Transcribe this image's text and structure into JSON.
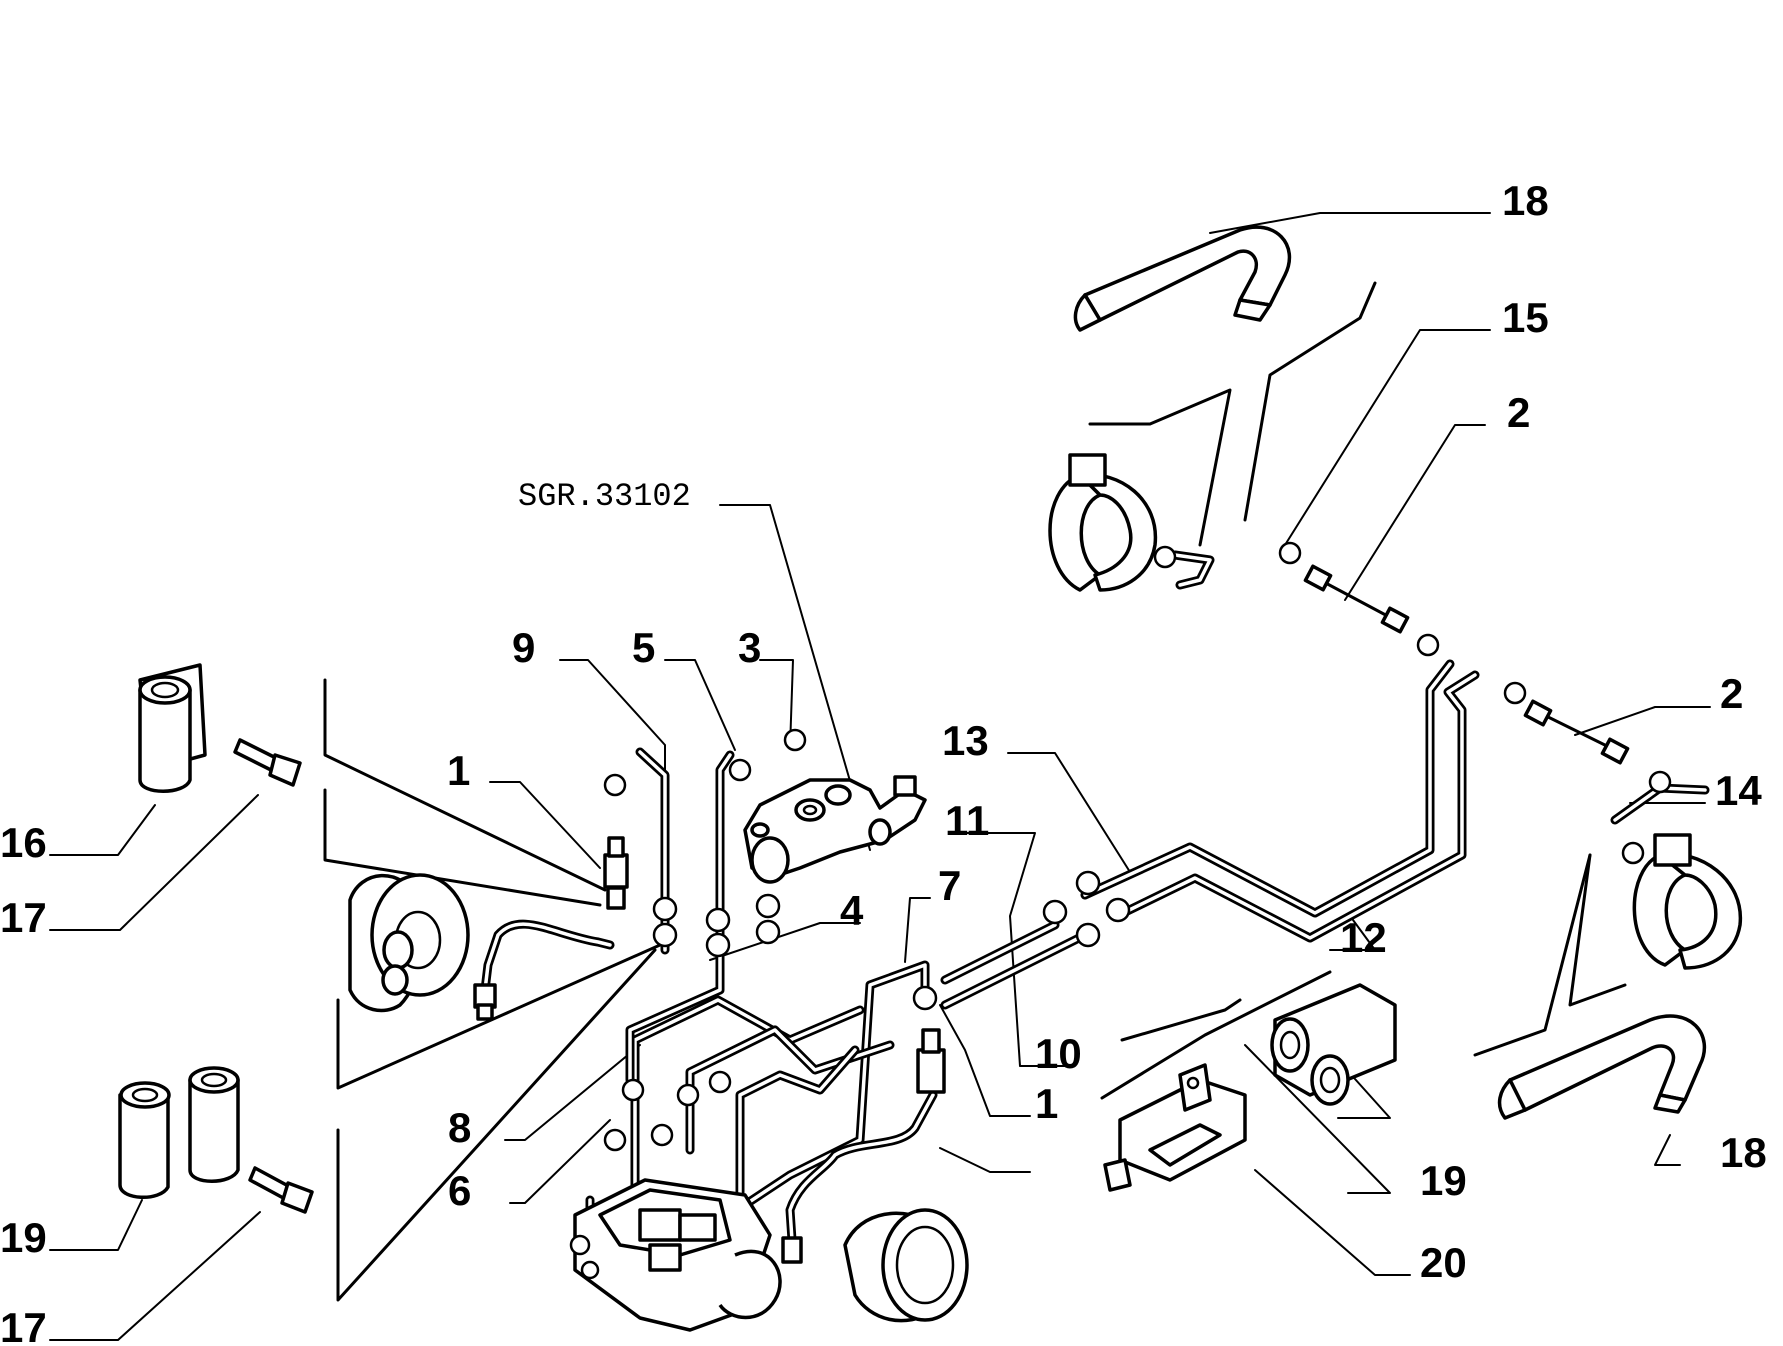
{
  "reference_code": "SGR.33102",
  "callouts": [
    {
      "id": "c18a",
      "label": "18"
    },
    {
      "id": "c15",
      "label": "15"
    },
    {
      "id": "c2a",
      "label": "2"
    },
    {
      "id": "c2b",
      "label": "2"
    },
    {
      "id": "c14",
      "label": "14"
    },
    {
      "id": "c13",
      "label": "13"
    },
    {
      "id": "c11",
      "label": "11"
    },
    {
      "id": "c12",
      "label": "12"
    },
    {
      "id": "c9",
      "label": "9"
    },
    {
      "id": "c5",
      "label": "5"
    },
    {
      "id": "c3",
      "label": "3"
    },
    {
      "id": "c1a",
      "label": "1"
    },
    {
      "id": "c4",
      "label": "4"
    },
    {
      "id": "c7",
      "label": "7"
    },
    {
      "id": "c16",
      "label": "16"
    },
    {
      "id": "c17a",
      "label": "17"
    },
    {
      "id": "c10",
      "label": "10"
    },
    {
      "id": "c1b",
      "label": "1"
    },
    {
      "id": "c8",
      "label": "8"
    },
    {
      "id": "c6",
      "label": "6"
    },
    {
      "id": "c19a",
      "label": "19"
    },
    {
      "id": "c19b",
      "label": "19"
    },
    {
      "id": "c18b",
      "label": "18"
    },
    {
      "id": "c20",
      "label": "20"
    },
    {
      "id": "c17b",
      "label": "17"
    }
  ]
}
